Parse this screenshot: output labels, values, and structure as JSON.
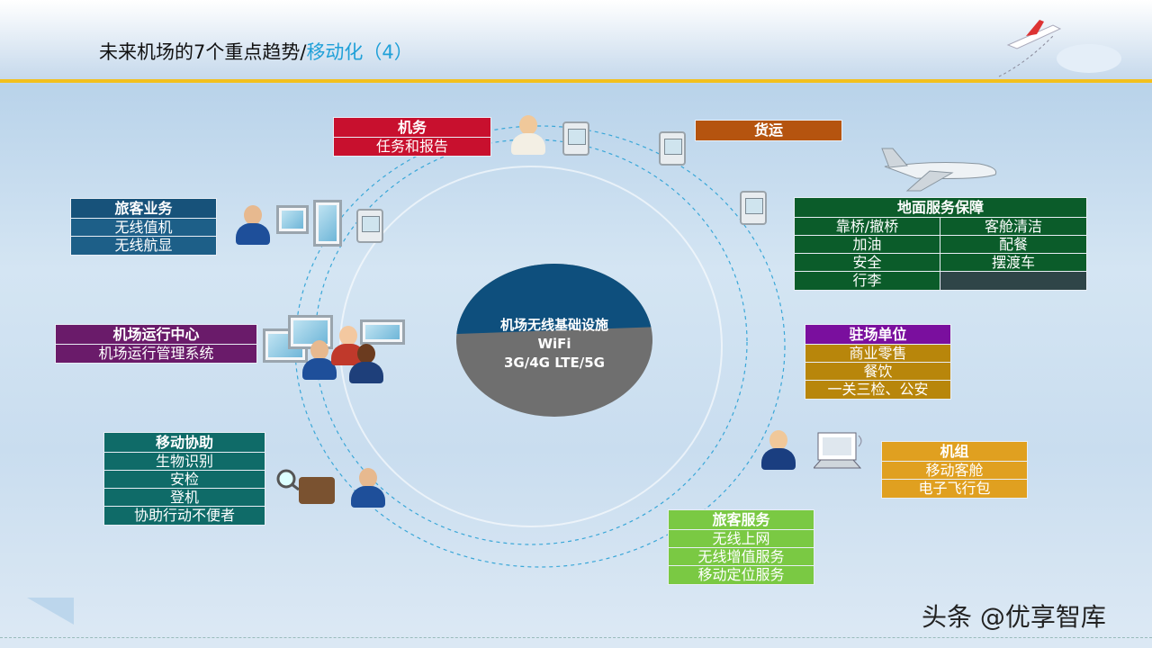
{
  "header": {
    "title_main": "未来机场的7个重点趋势/",
    "title_highlight": "移动化（4）"
  },
  "hub": {
    "title": "机场无线基础设施",
    "line1": "WiFi",
    "line2": "3G/4G LTE/5G"
  },
  "boxes": [
    {
      "key": "jiwu",
      "title": "机务",
      "rows": [
        "任务和报告"
      ],
      "header_color": "#c8102e",
      "row_color": "#c8102e"
    },
    {
      "key": "huoyun",
      "title": "货运",
      "rows": [],
      "header_color": "#b5540f",
      "row_color": "#b5540f"
    },
    {
      "key": "lvke-yewu",
      "title": "旅客业务",
      "rows": [
        "无线值机",
        "无线航显"
      ],
      "header_color": "#17527a",
      "row_color": "#1d5f88"
    },
    {
      "key": "dimian",
      "title": "地面服务保障",
      "rows": [
        "靠桥/撤桥",
        "客舱清洁",
        "加油",
        "配餐",
        "安全",
        "摆渡车",
        "行李",
        ""
      ],
      "header_color": "#0b5c2a",
      "row_color": "#0b5c2a",
      "grid": true
    },
    {
      "key": "yunxing",
      "title": "机场运行中心",
      "rows": [
        "机场运行管理系统"
      ],
      "header_color": "#6a1b6a",
      "row_color": "#6a1b6a"
    },
    {
      "key": "zhuchang",
      "title": "驻场单位",
      "rows": [
        "商业零售",
        "餐饮",
        "一关三检、公安"
      ],
      "header_color": "#7a0f9e",
      "row_color": "#b8860b"
    },
    {
      "key": "yidong",
      "title": "移动协助",
      "rows": [
        "生物识别",
        "安检",
        "登机",
        "协助行动不便者"
      ],
      "header_color": "#0f6b68",
      "row_color": "#0f6b68"
    },
    {
      "key": "jizu",
      "title": "机组",
      "rows": [
        "移动客舱",
        "电子飞行包"
      ],
      "header_color": "#e0a020",
      "row_color": "#e0a020"
    },
    {
      "key": "lvke-fuwu",
      "title": "旅客服务",
      "rows": [
        "无线上网",
        "无线增值服务",
        "移动定位服务"
      ],
      "header_color": "#7ac943",
      "row_color": "#7ac943"
    }
  ],
  "watermark": "头条 @优享智库"
}
